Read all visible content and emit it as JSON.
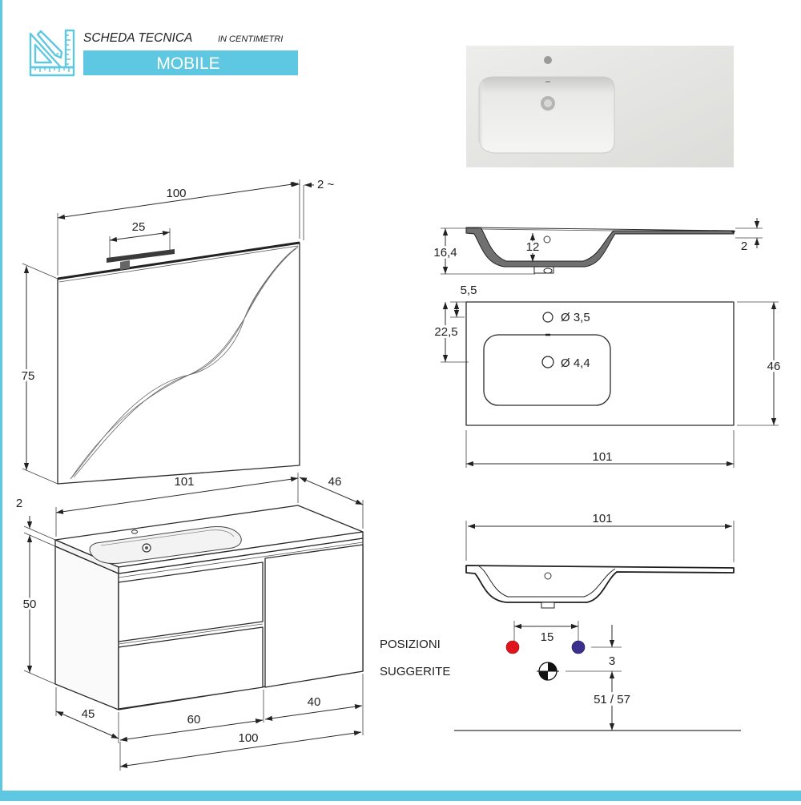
{
  "header": {
    "title": "SCHEDA TECNICA",
    "subtitle": "IN CENTIMETRI",
    "banner": "MOBILE",
    "icon": "drafting-icon"
  },
  "colors": {
    "accent": "#5ec7e2",
    "hot_water": "#e0141e",
    "cold_water": "#3a2f8c"
  },
  "mirror": {
    "width": "100",
    "lamp_width": "25",
    "depth": "2 ~",
    "height": "75"
  },
  "cabinet": {
    "top_width": "101",
    "top_depth": "46",
    "top_thickness": "2",
    "height": "50",
    "side_depth": "45",
    "drawer_width": "60",
    "door_width": "40",
    "total_width": "100"
  },
  "basin_section": {
    "height": "16,4",
    "bowl_depth": "12",
    "rim_thickness": "2"
  },
  "basin_plan": {
    "tap_offset": "5,5",
    "drain_offset": "22,5",
    "tap_hole": "Ø 3,5",
    "drain_hole": "Ø 4,4",
    "depth": "46",
    "width": "101"
  },
  "basin_front": {
    "width": "101"
  },
  "plumbing": {
    "label_line1": "POSIZIONI",
    "label_line2": "SUGGERITE",
    "spacing": "15",
    "offset": "3",
    "height": "51 / 57"
  }
}
